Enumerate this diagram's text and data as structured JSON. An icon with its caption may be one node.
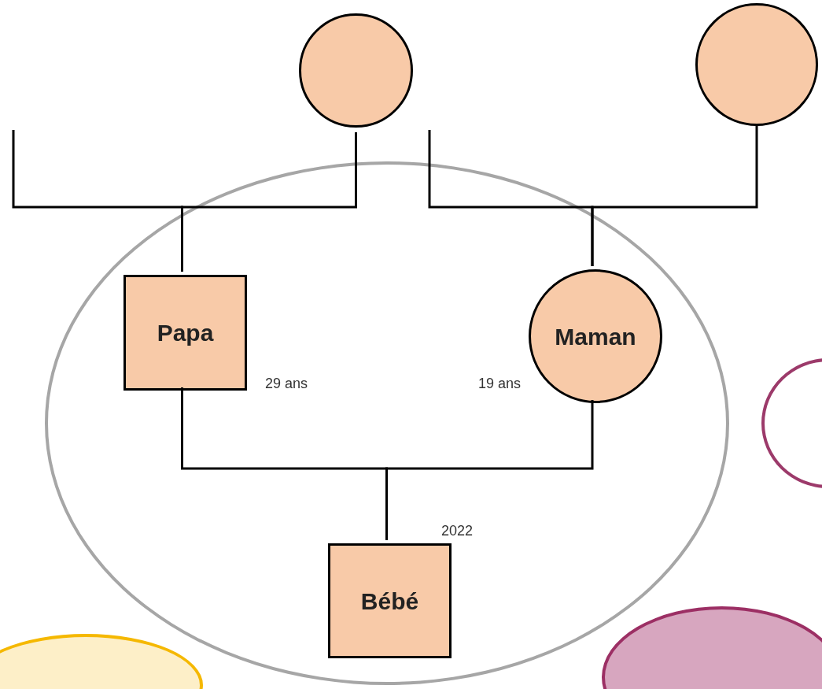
{
  "diagram": {
    "nodes": [
      {
        "text": [],
        "shape": "circle"
      },
      {
        "text": [],
        "shape": "circle"
      },
      {
        "text": [],
        "shape": "ellipse"
      },
      {
        "text": [
          "Papa"
        ],
        "beside": [
          "29 ans"
        ],
        "in": 2
      },
      {
        "text": [
          "Maman"
        ],
        "beside": [
          "19 ans"
        ],
        "in": 2
      },
      {
        "text": [
          "Bébé"
        ],
        "beside": [
          "2022"
        ],
        "in": 2
      },
      {
        "text": [],
        "shape": "ellipse"
      },
      {
        "text": [],
        "shape": "ellipse"
      },
      {
        "text": [],
        "shape": "ellipse"
      }
    ],
    "edges": [
      {
        "from": 0,
        "to": 3,
        "arrow": "none"
      },
      {
        "from": null,
        "to": 3,
        "arrow": "none"
      },
      {
        "from": 1,
        "to": 4,
        "arrow": "none"
      },
      {
        "from": null,
        "to": 4,
        "arrow": "none"
      },
      {
        "from": 3,
        "to": 5,
        "arrow": "none"
      },
      {
        "from": 4,
        "to": 5,
        "arrow": "none"
      }
    ]
  }
}
